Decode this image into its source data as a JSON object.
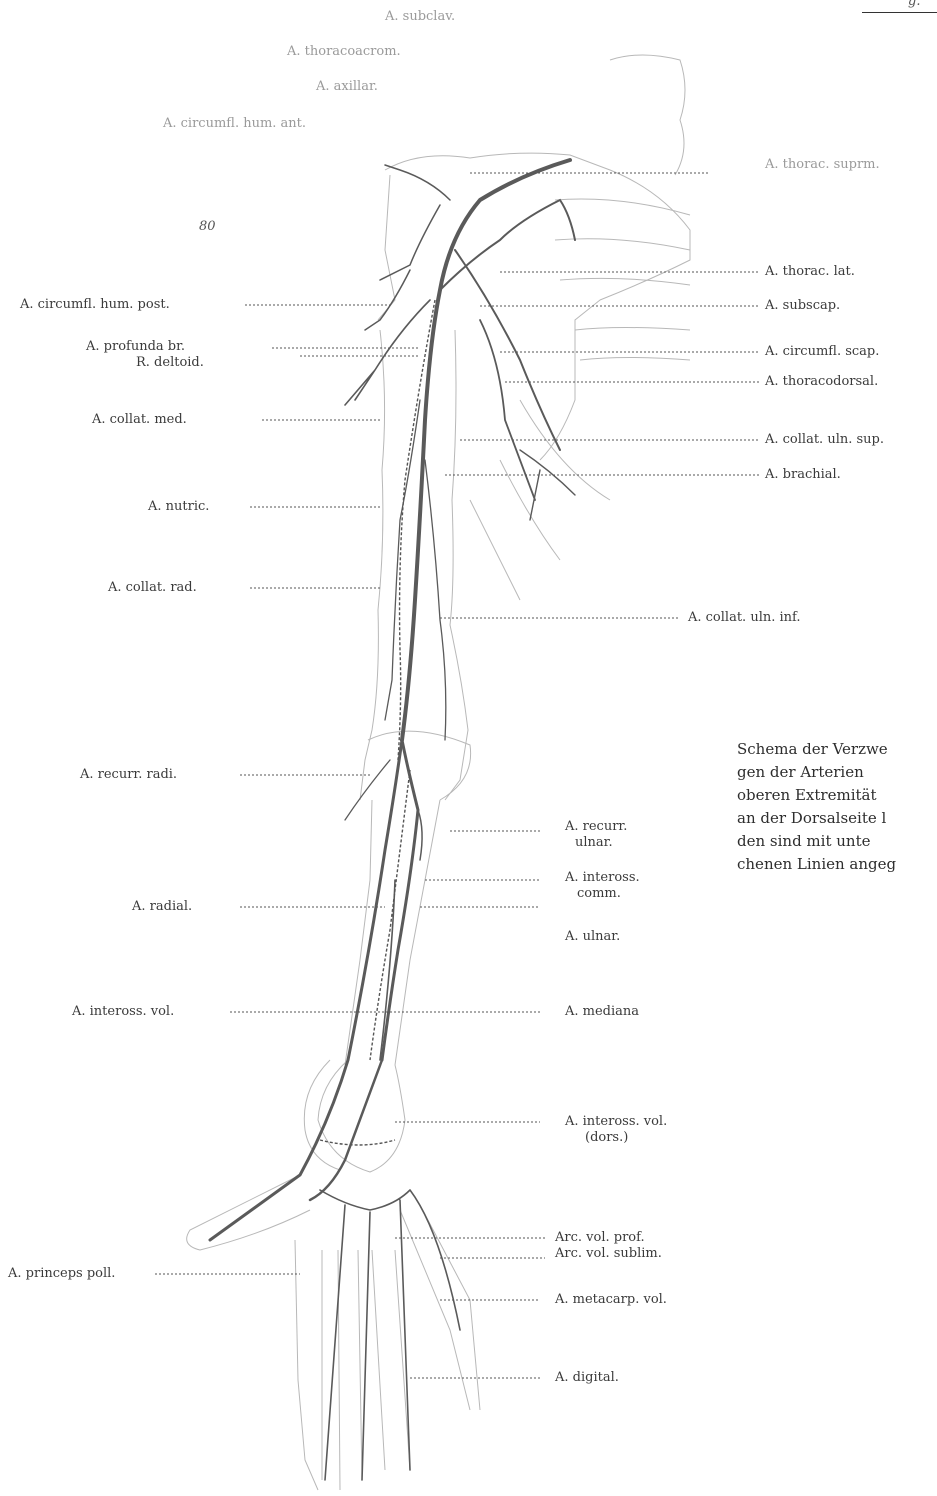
{
  "figure": {
    "number": "80",
    "corner_fragment": "g."
  },
  "labels_left": [
    "A. subclav.",
    "A. thoracoacrom.",
    "A. axillar.",
    "A. circumfl. hum. ant.",
    "A. circumfl. hum. post.",
    "A. profunda br.",
    "R. deltoid.",
    "A. collat. med.",
    "A. nutric.",
    "A. collat. rad.",
    "A. recurr. radi.",
    "A. radial.",
    "A. inteross. vol.",
    "A. princeps poll."
  ],
  "labels_right": [
    "A. thorac. suprm.",
    "A. thorac. lat.",
    "A. subscap.",
    "A. circumfl. scap.",
    "A. thoracodorsal.",
    "A. collat. uln. sup.",
    "A. brachial.",
    "A. collat. uln. inf.",
    "A. recurr.",
    "ulnar.",
    "A. inteross.",
    "comm.",
    "A. ulnar.",
    "A. mediana",
    "A. inteross. vol.",
    "(dors.)",
    "Arc. vol. prof.",
    "Arc. vol. sublim.",
    "A. metacarp. vol.",
    "A. digital."
  ],
  "caption": [
    "Schema der Verzwe",
    "gen der Arterien",
    "oberen Extremität",
    "an der Dorsalseite l",
    "den sind mit unte",
    "chenen Linien angeg"
  ],
  "colors": {
    "artery": "#5a5a5a",
    "outline": "#b4b4b4",
    "leader": "#555555"
  }
}
